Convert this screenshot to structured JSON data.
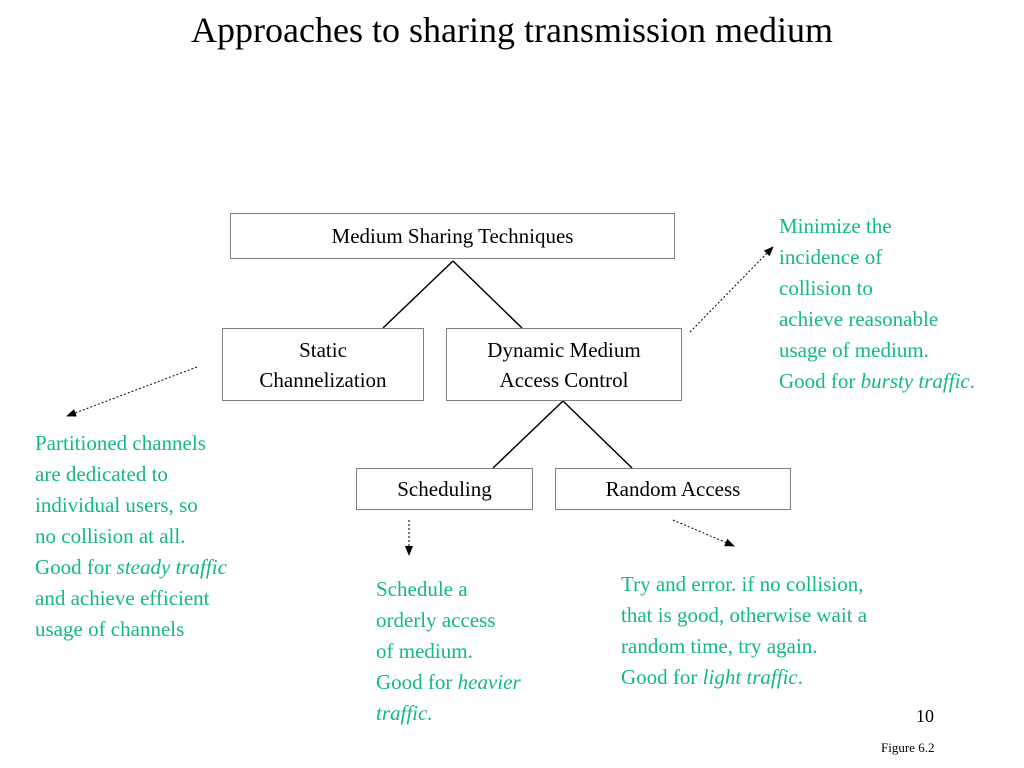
{
  "slide": {
    "title": "Approaches to sharing transmission medium",
    "page_number": "10",
    "figure_ref": "Figure 6.2"
  },
  "nodes": {
    "root": {
      "label": "Medium Sharing Techniques"
    },
    "static": {
      "line1": "Static",
      "line2": "Channelization"
    },
    "dynamic": {
      "line1": "Dynamic Medium",
      "line2": "Access Control"
    },
    "scheduling": {
      "label": "Scheduling"
    },
    "random": {
      "label": "Random Access"
    }
  },
  "notes": {
    "dynamic": {
      "l1": "Minimize the",
      "l2": "incidence of",
      "l3": "collision to",
      "l4": "achieve reasonable",
      "l5": "usage of medium.",
      "l6_prefix": "Good for ",
      "l6_em": "bursty traffic",
      "l6_suffix": "."
    },
    "static": {
      "l1": "Partitioned channels",
      "l2": "are dedicated to",
      "l3": "individual users, so",
      "l4": "no collision at all.",
      "l5_prefix": "Good for ",
      "l5_em": "steady traffic",
      "l6": "and achieve efficient",
      "l7": "usage of channels"
    },
    "scheduling": {
      "l1": "Schedule a",
      "l2": "orderly access",
      "l3": "of medium.",
      "l4_prefix": "Good for ",
      "l4_em": "heavier",
      "l5_em": "traffic."
    },
    "random": {
      "l1": "Try and error. if no collision,",
      "l2": "that is good, otherwise wait a",
      "l3": "random time, try again.",
      "l4_prefix": "Good for ",
      "l4_em": "light traffic",
      "l4_suffix": "."
    }
  },
  "colors": {
    "note_text": "#12b886",
    "box_border": "#808080",
    "line": "#000000"
  }
}
